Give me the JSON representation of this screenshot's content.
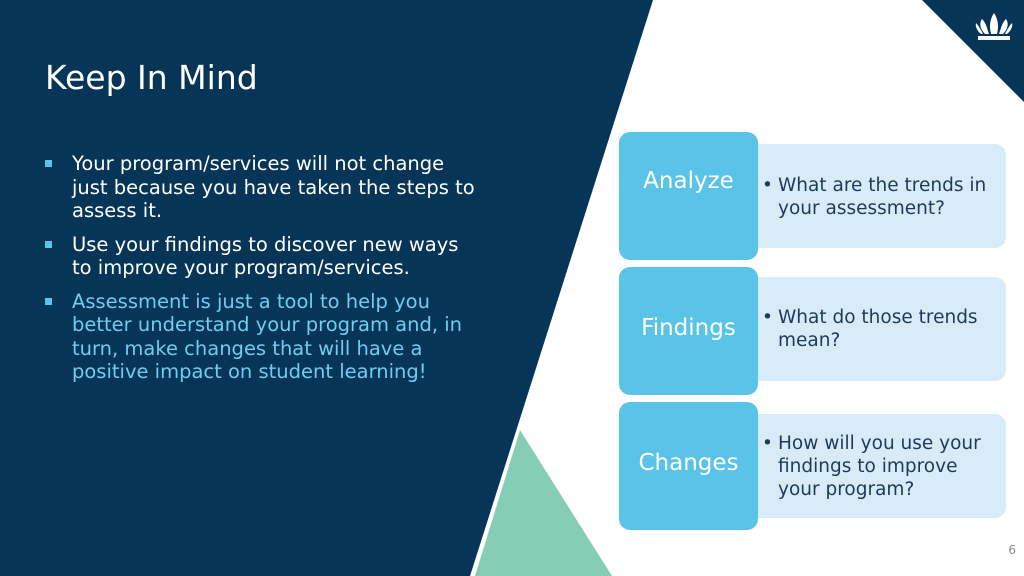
{
  "slide": {
    "title": "Keep In Mind",
    "page_number": "6"
  },
  "bullets": [
    "Your program/services will not change just because you have taken the steps to assess it.",
    "Use your findings to discover new ways to improve your program/services.",
    "Assessment is just a tool to help you better understand your program and, in turn, make changes that will have a positive impact on student learning!"
  ],
  "steps": [
    {
      "label": "Analyze",
      "question": "What are the trends in your assessment?"
    },
    {
      "label": "Findings",
      "question": "What do those trends mean?"
    },
    {
      "label": "Changes",
      "question": "How will you use your findings to improve your program?"
    }
  ],
  "icons": {
    "logo": "crown-icon",
    "bullet": "square-bullet-icon"
  },
  "colors": {
    "navy": "#063557",
    "accent_blue": "#59c3e8",
    "light_blue": "#d8ebf8",
    "teal": "#86cdb5",
    "text_dark": "#1e3a5a"
  }
}
